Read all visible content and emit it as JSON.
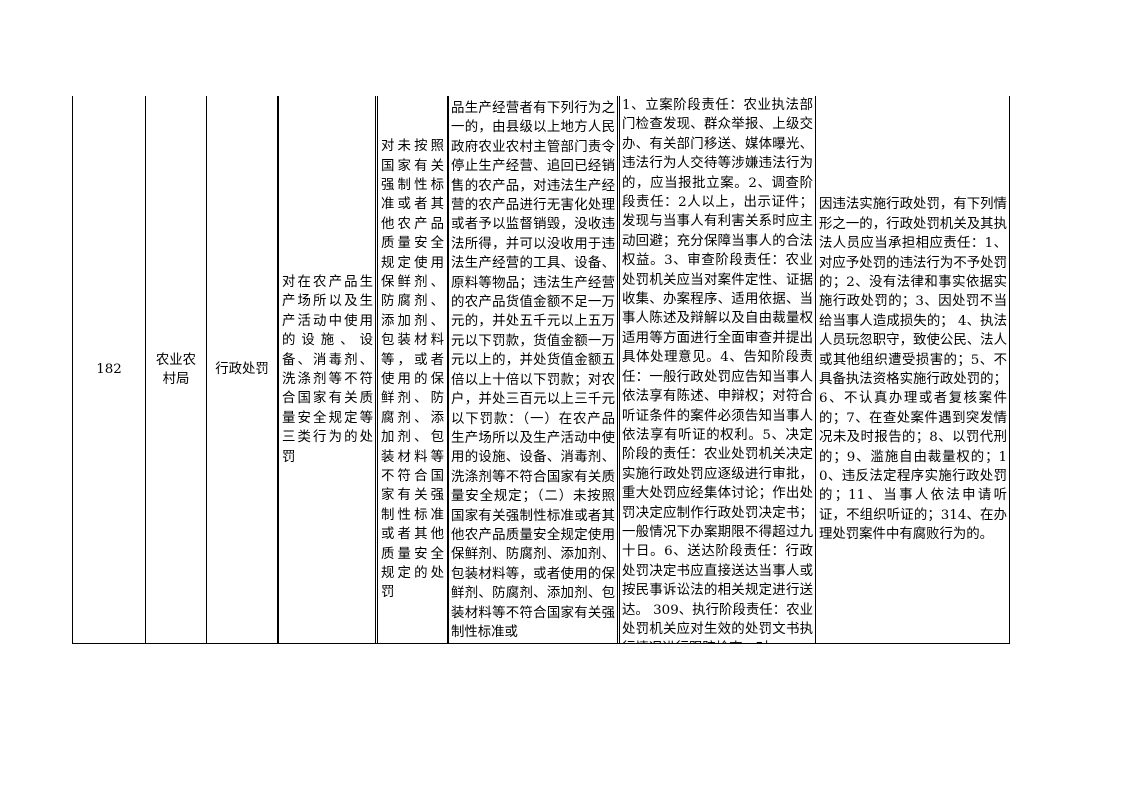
{
  "row": {
    "number": "182",
    "department": "农业农村局",
    "category": "行政处罚",
    "item_name": "对在农产品生产场所以及生产活动中使用的设施、设备、消毒剂、洗涤剂等不符合国家有关质量安全规定等三类行为的处罚",
    "sub_item": "对未按照国家有关强制性标准或者其他农产品质量安全规定使用保鲜剂、防腐剂、添加剂、包装材料等，或者使用的保鲜剂、防腐剂、添加剂、包装材料等不符合国家有关强制性标准或者其他质量安全规定的处罚",
    "legal_basis_top_clipped": "...........",
    "legal_basis": "品生产经营者有下列行为之一的，由县级以上地方人民政府农业农村主管部门责令停止生产经营、追回已经销售的农产品，对违法生产经营的农产品进行无害化处理或者予以监督销毁，没收违法所得，并可以没收用于违法生产经营的工具、设备、原料等物品；违法生产经营的农产品货值金额不足一万元的，并处五千元以上五万元以下罚款，货值金额一万元以上的，并处货值金额五倍以上十倍以下罚款；对农户，并处三百元以上三千元以下罚款：（一）在农产品生产场所以及生产活动中使用的设施、设备、消毒剂、洗涤剂等不符合国家有关质量安全规定；（二）未按照国家有关强制性标准或者其他农产品质量安全规定使用保鲜剂、防腐剂、添加剂、包装材料等，或者使用的保鲜剂、防腐剂、添加剂、包装材料等不符合国家有关强制性标准或",
    "responsibility": "1、立案阶段责任：农业执法部门检查发现、群众举报、上级交办、有关部门移送、媒体曝光、违法行为人交待等涉嫌违法行为的，应当报批立案。2、调查阶段责任：2人以上，出示证件；发现与当事人有利害关系时应主动回避；充分保障当事人的合法权益。3、审查阶段责任：农业处罚机关应当对案件定性、证据收集、办案程序、适用依据、当事人陈述及辩解以及自由裁量权适用等方面进行全面审查并提出具体处理意见。4、告知阶段责任：一般行政处罚应告知当事人依法享有陈述、申辩权；对符合听证条件的案件必须告知当事人依法享有听证的权利。5、决定阶段的责任：农业处罚机关决定实施行政处罚应逐级进行审批，重大处罚应经集体讨论；作出处罚决定应制作行政处罚决定书；一般情况下办案期限不得超过九十日。6、送达阶段责任：行政处罚决定书应直接送达当事人或按民事诉讼法的相关规定进行送达。 309、执行阶段责任：农业处罚机关应对生效的处罚文书执行情况进行跟踪检查。对",
    "accountability": "因违法实施行政处罚，有下列情形之一的，行政处罚机关及其执法人员应当承担相应责任：1、对应予处罚的违法行为不予处罚的；2、没有法律和事实依据实施行政处罚的；3、因处罚不当给当事人造成损失的； 4、执法人员玩忽职守，致使公民、法人或其他组织遭受损害的；5、不具备执法资格实施行政处罚的；6、不认真办理或者复核案件的；7、在查处案件遇到突发情况未及时报告的；8、以罚代刑的；9、滥施自由裁量权的；10、违反法定程序实施行政处罚的；11、当事人依法申请听证，不组织听证的；314、在办理处罚案件中有腐败行为的。"
  }
}
